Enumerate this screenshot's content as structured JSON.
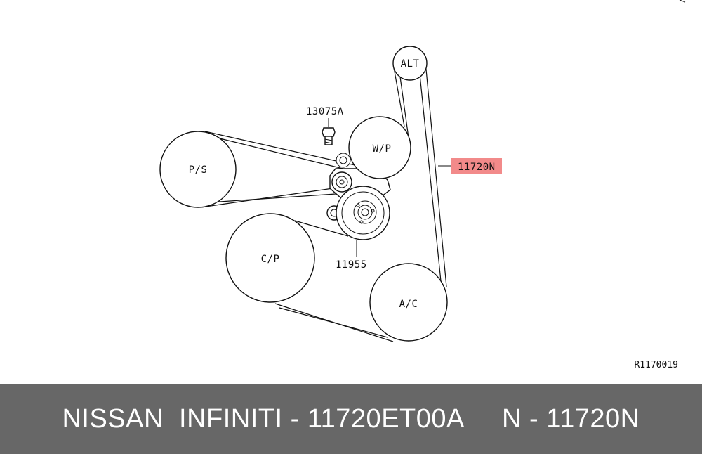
{
  "diagram": {
    "pulleys": {
      "alt": "ALT",
      "wp": "W/P",
      "ps": "P/S",
      "cp": "C/P",
      "ac": "A/C"
    },
    "parts": {
      "bolt": "13075A",
      "tensioner": "11955",
      "belt": "11720N"
    },
    "highlight_color": "#f28a8a",
    "ref_code": "R1170019"
  },
  "footer": {
    "text": "NISSAN  INFINITI - 11720ET00A     N - 11720N",
    "background": "#676767"
  }
}
